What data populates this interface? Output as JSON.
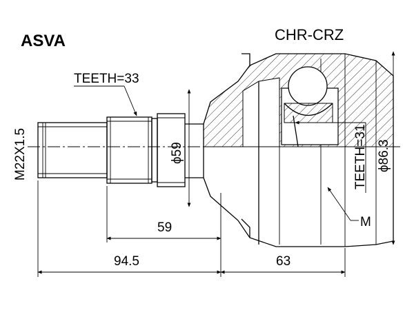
{
  "header": {
    "brand": "ASVA",
    "part_number": "CHR-CRZ"
  },
  "labels": {
    "outer_teeth": "TEETH=33",
    "inner_teeth": "TEETH=31",
    "thread": "M22X1.5",
    "shaft_diameter": "ϕ59",
    "outer_diameter": "ϕ86.3",
    "mark": "M"
  },
  "dimensions": {
    "length_59": "59",
    "length_94_5": "94.5",
    "length_63": "63"
  }
}
